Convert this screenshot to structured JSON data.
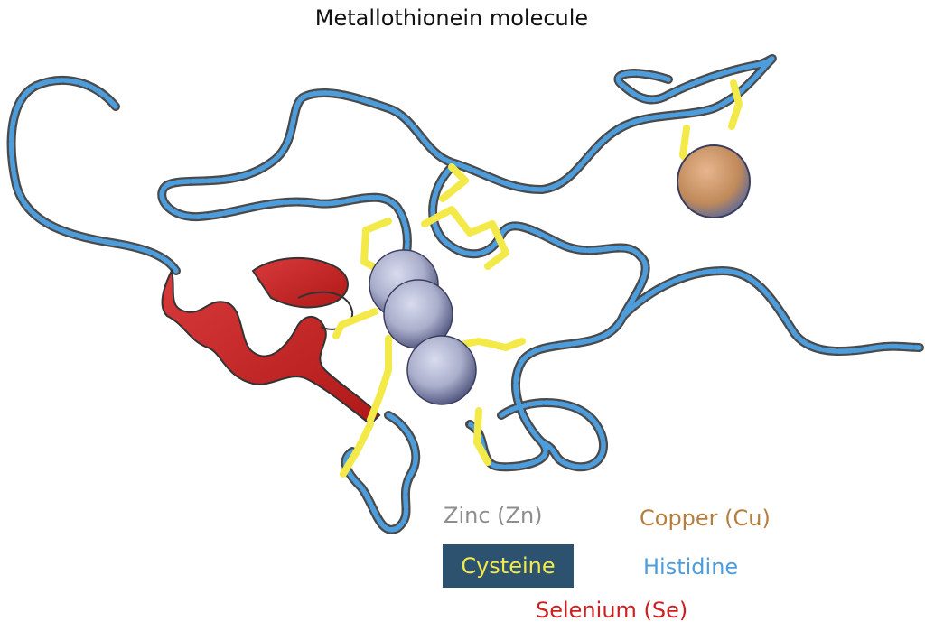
{
  "title": "Metallothionein molecule",
  "legend": {
    "zinc": "Zinc (Zn)",
    "copper": "Copper (Cu)",
    "cysteine": "Cysteine",
    "histidine": "Histidine",
    "selenium": "Selenium (Se)"
  },
  "colors": {
    "backbone_outline": "#4a4a4a",
    "histidine_blue": "#4d9ddc",
    "cysteine_yellow": "#f3ea4a",
    "zinc_sphere": "#9ea3c2",
    "copper_sphere": "#c08a5a",
    "selenium_red": "#cc2020",
    "cysteine_box": "#2c5270"
  }
}
